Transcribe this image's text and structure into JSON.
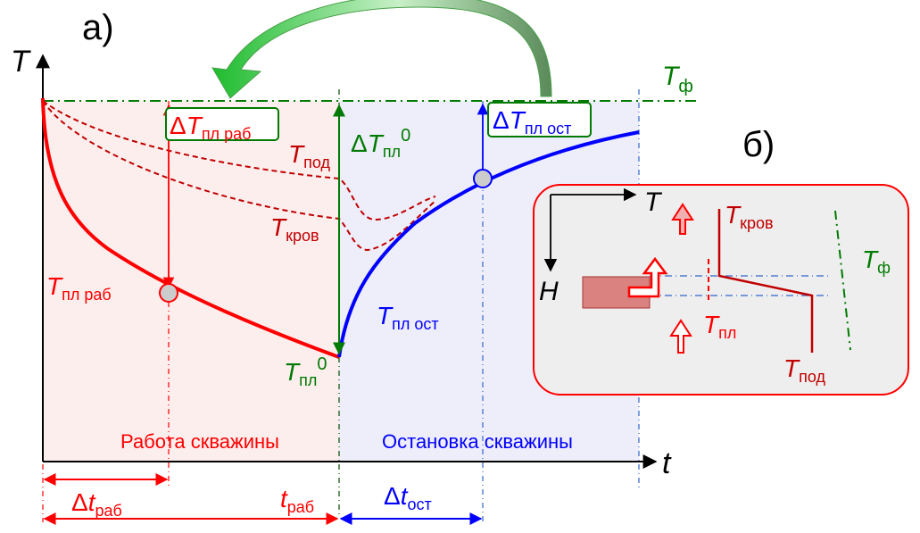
{
  "panel_a": {
    "label": "а)",
    "y_axis": "T",
    "x_axis": "t",
    "t_f": {
      "main": "T",
      "sub": "ф"
    },
    "dT_work": {
      "delta": "Δ",
      "main": "T",
      "sub": "пл раб"
    },
    "dT_stop": {
      "delta": "Δ",
      "main": "T",
      "sub": "пл ост"
    },
    "dT0": {
      "delta": "Δ",
      "main": "T",
      "sub": "пл",
      "sup": "0"
    },
    "t_pod": {
      "main": "T",
      "sub": "под"
    },
    "t_krov": {
      "main": "T",
      "sub": "кров"
    },
    "t_pl_work": {
      "main": "T",
      "sub": "пл раб"
    },
    "t_pl_stop": {
      "main": "T",
      "sub": "пл ост"
    },
    "t_pl0": {
      "main": "T",
      "sub": "пл",
      "sup": "0"
    },
    "region_work": "Работа скважины",
    "region_stop": "Остановка скважины",
    "dt_work": {
      "delta": "Δ",
      "main": "t",
      "sub": "раб"
    },
    "t_work": {
      "main": "t",
      "sub": "раб"
    },
    "dt_stop": {
      "delta": "Δ",
      "main": "t",
      "sub": "ост"
    }
  },
  "panel_b": {
    "label": "б)",
    "axis_t": "T",
    "axis_h": "H",
    "t_krov": {
      "main": "T",
      "sub": "кров"
    },
    "t_f": {
      "main": "T",
      "sub": "ф"
    },
    "t_pl": {
      "main": "T",
      "sub": "пл"
    },
    "t_pod": {
      "main": "T",
      "sub": "под"
    }
  },
  "colors": {
    "work_red": "#ff0000",
    "stop_blue": "#0000ff",
    "dark_red": "#c00000",
    "green": "#007a00",
    "work_bg": "#fdeeee",
    "stop_bg": "#eeeefb",
    "inset_bg": "#eeeeee"
  },
  "icons": [
    "curved-arrow-icon",
    "up-arrow-icon",
    "bent-up-arrow-icon",
    "point-marker-icon"
  ]
}
